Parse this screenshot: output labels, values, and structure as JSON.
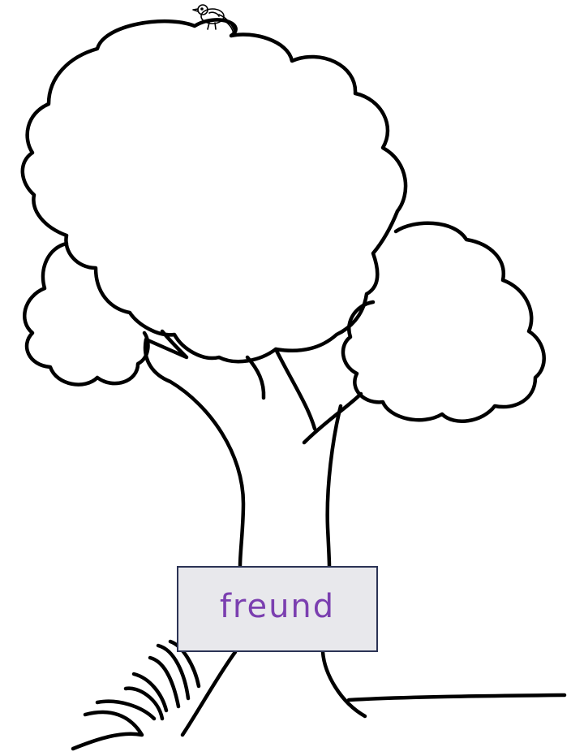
{
  "worksheet": {
    "word_card": {
      "word": "freund"
    }
  },
  "colors": {
    "line": "#000000",
    "card_fill": "#e8e8ec",
    "card_border": "#2b3355",
    "word_text": "#7b3fb0"
  },
  "icons": {
    "bird": "bird-icon",
    "tree": "tree-illustration",
    "grass": "grass-tuft"
  }
}
